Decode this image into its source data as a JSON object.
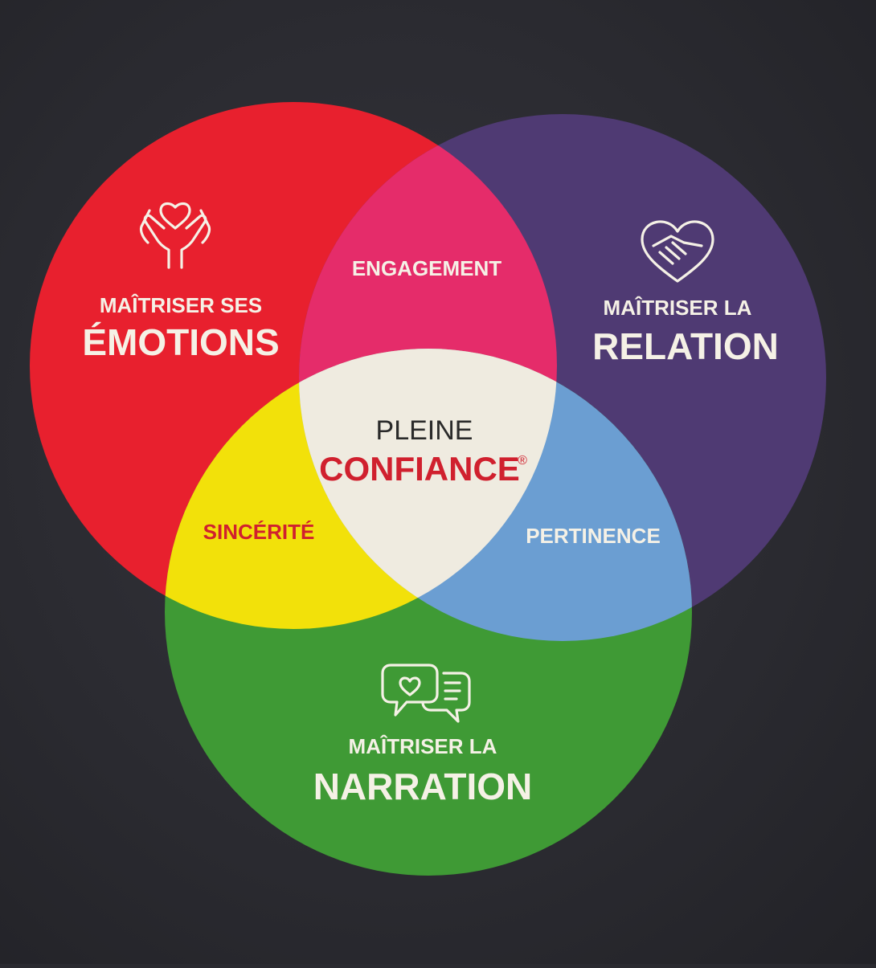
{
  "diagram": {
    "circles": [
      {
        "id": "emotions",
        "line1": "MAÎTRISER SES",
        "line2": "ÉMOTIONS",
        "color": "#e8202e",
        "icon": "hands-heart-icon"
      },
      {
        "id": "relation",
        "line1": "MAÎTRISER LA",
        "line2": "RELATION",
        "color": "#4f3a73",
        "icon": "handshake-heart-icon"
      },
      {
        "id": "narration",
        "line1": "MAÎTRISER LA",
        "line2": "NARRATION",
        "color": "#3f9a35",
        "icon": "chat-bubbles-heart-icon"
      }
    ],
    "overlaps": {
      "emotions_relation": {
        "label": "ENGAGEMENT",
        "color": "#e52c6a",
        "text_color": "#f5f1e6"
      },
      "emotions_narration": {
        "label": "SINCÉRITÉ",
        "color": "#f2e10a",
        "text_color": "#d0202e"
      },
      "relation_narration": {
        "label": "PERTINENCE",
        "color": "#6b9ed2",
        "text_color": "#f5f1e6"
      }
    },
    "center": {
      "line1": "PLEINE",
      "line2": "CONFIANCE",
      "mark": "®",
      "color": "#efebe0"
    }
  }
}
